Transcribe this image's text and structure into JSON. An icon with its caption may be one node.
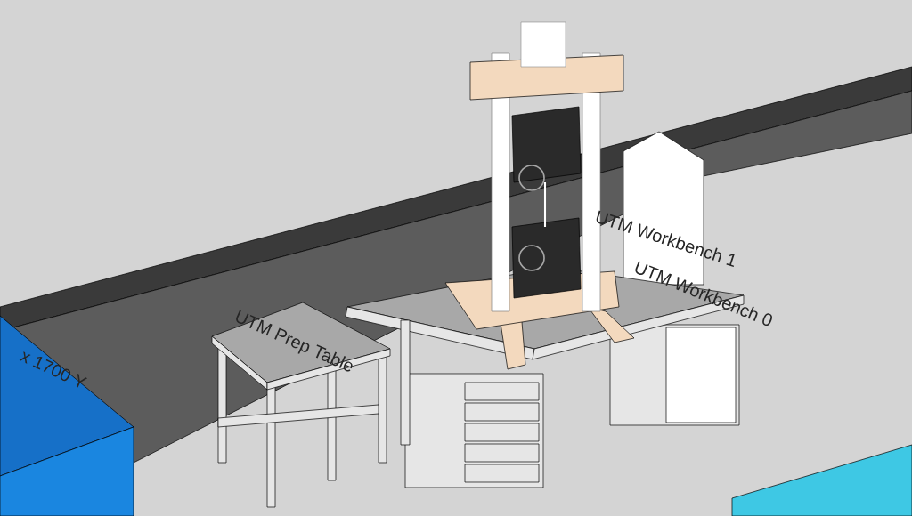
{
  "diagram": {
    "labels": [
      "x 1700 Y",
      "UTM Prep Table",
      "UTM Workbench 1",
      "UTM Workbench 0"
    ]
  }
}
